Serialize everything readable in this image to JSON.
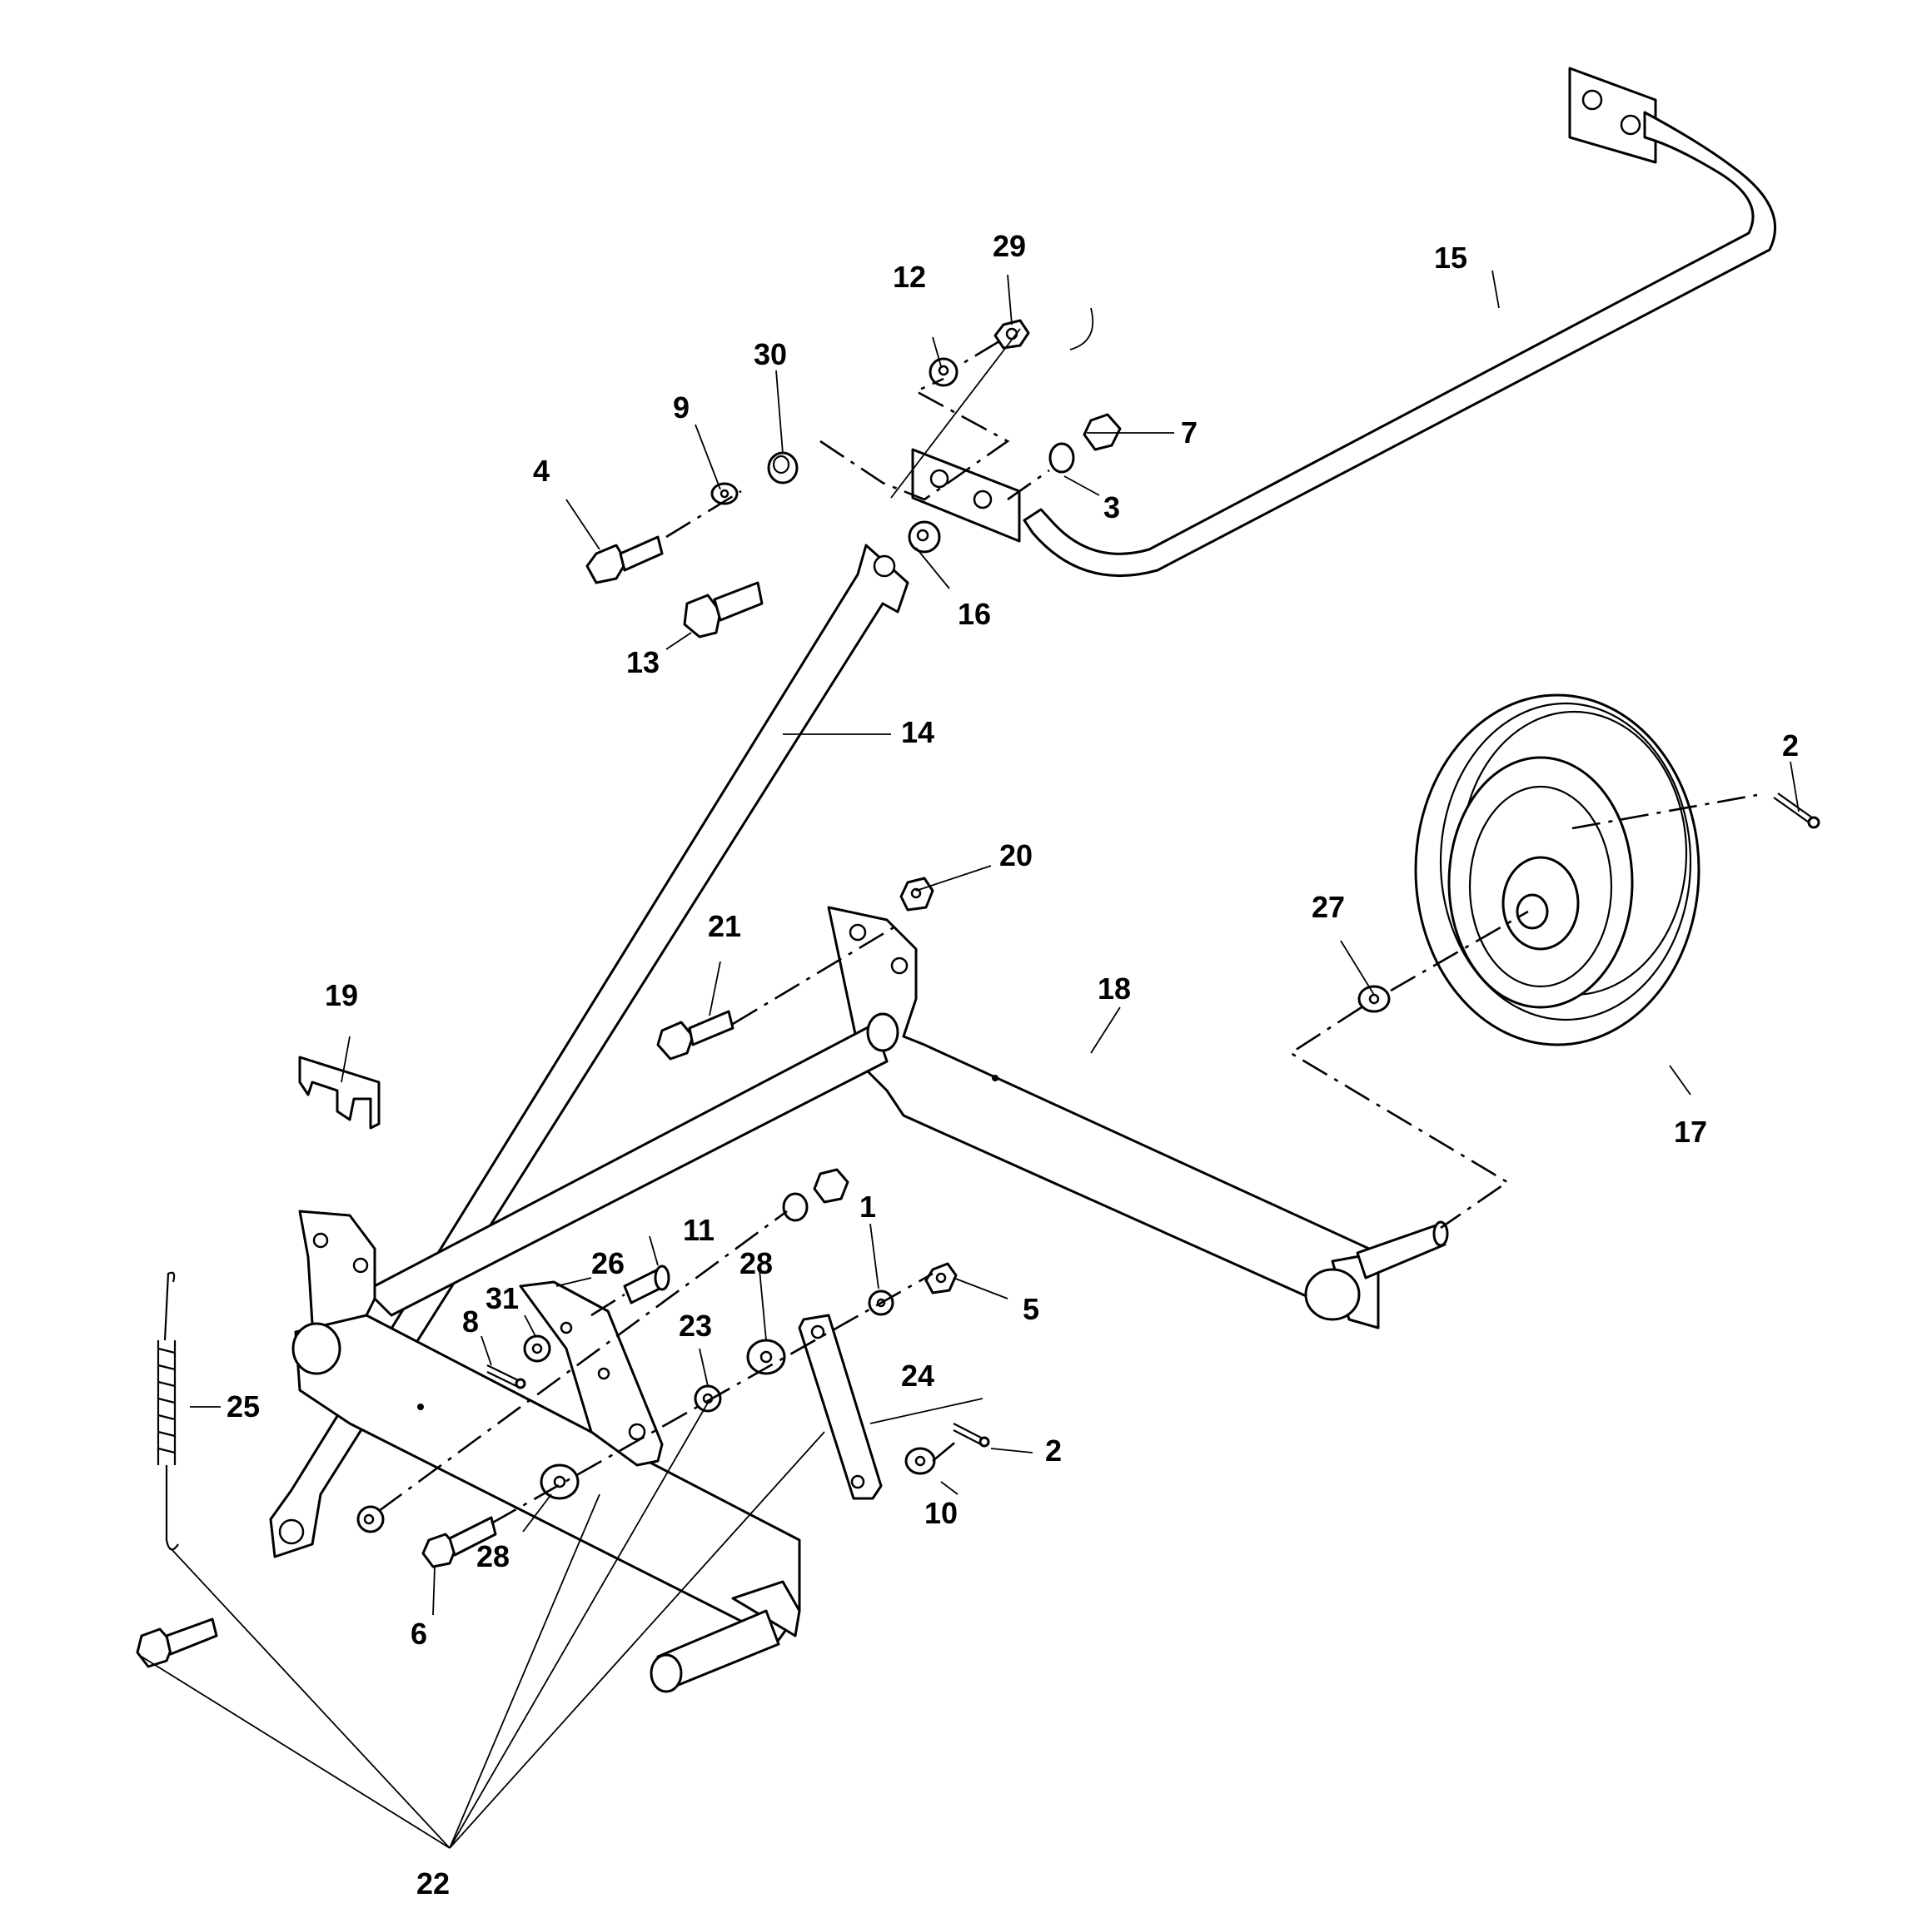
{
  "callouts": {
    "c1": "1",
    "c2a": "2",
    "c2b": "2",
    "c3": "3",
    "c4": "4",
    "c5": "5",
    "c6": "6",
    "c7": "7",
    "c8": "8",
    "c9": "9",
    "c10": "10",
    "c11": "11",
    "c12": "12",
    "c13": "13",
    "c14": "14",
    "c15": "15",
    "c16": "16",
    "c17": "17",
    "c18": "18",
    "c19": "19",
    "c20": "20",
    "c21": "21",
    "c22": "22",
    "c23": "23",
    "c24": "24",
    "c25": "25",
    "c26": "26",
    "c27": "27",
    "c28a": "28",
    "c28b": "28",
    "c29": "29",
    "c30": "30",
    "c31": "31"
  }
}
